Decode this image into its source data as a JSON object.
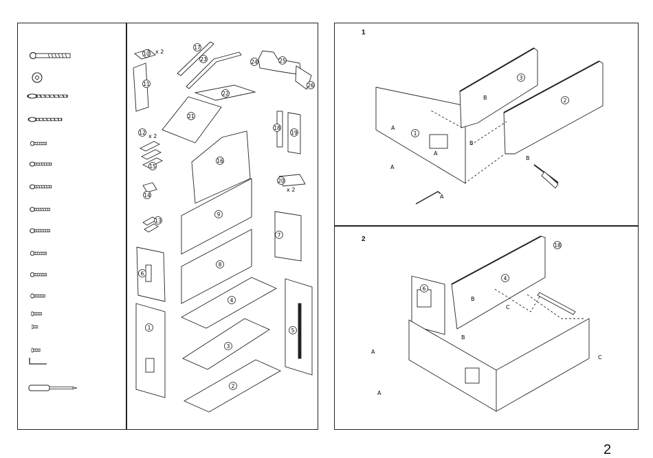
{
  "page": {
    "number": "2"
  },
  "steps": [
    {
      "number": "1",
      "labels": [
        "A",
        "A",
        "A",
        "A",
        "B",
        "B",
        "B"
      ]
    },
    {
      "number": "2",
      "labels": [
        "A",
        "A",
        "B",
        "B",
        "C",
        "C"
      ]
    }
  ],
  "parts": {
    "p1": "1",
    "p2": "2",
    "p3": "3",
    "p4": "4",
    "p5": "5",
    "p6": "6",
    "p7": "7",
    "p8": "8",
    "p9": "9",
    "p10": "10",
    "p11": "11",
    "p12": "12",
    "p13": "13",
    "p14": "14",
    "p15": "15",
    "p16": "16",
    "p17": "17",
    "p18": "18",
    "p19": "19",
    "p20": "20",
    "p21": "21",
    "p22": "22",
    "p23": "23",
    "p24": "24",
    "p25": "25",
    "p26": "26"
  },
  "quantities": {
    "q10": "x 2",
    "q12": "x 2",
    "q20": "x 2"
  },
  "hardware_icons": [
    "bolt-icon",
    "cam-nut-icon",
    "screw-icon",
    "screw-icon",
    "screw-icon",
    "screw-icon",
    "screw-icon",
    "screw-icon",
    "screw-icon",
    "screw-icon",
    "screw-icon",
    "screw-icon",
    "screw-icon",
    "screw-icon",
    "screw-icon",
    "allen-key-icon",
    "screwdriver-icon"
  ]
}
